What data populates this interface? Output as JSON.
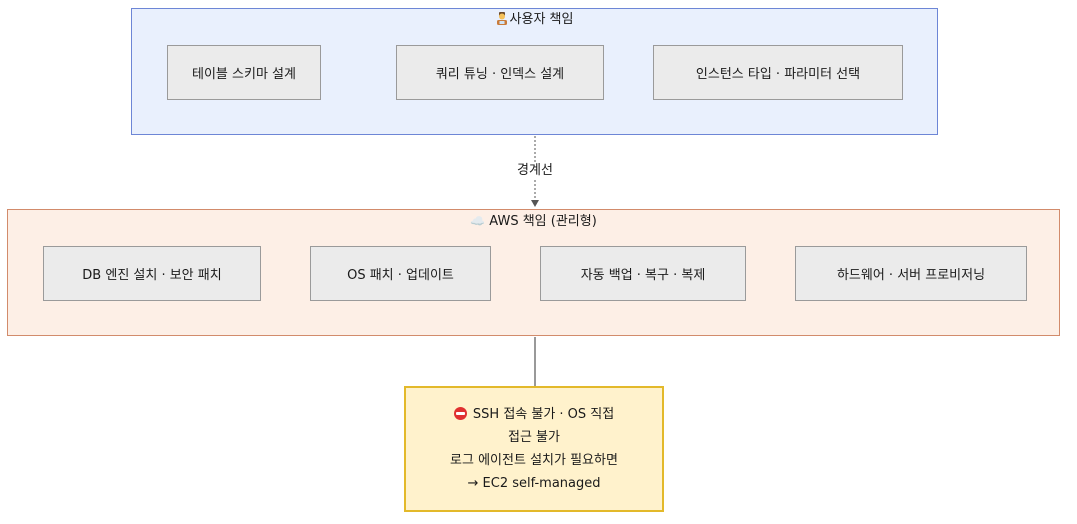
{
  "user_group": {
    "icon": "person-technologist-icon",
    "title": "사용자 책임",
    "items": [
      {
        "label": "테이블 스키마 설계"
      },
      {
        "label": "쿼리 튜닝 · 인덱스 설계"
      },
      {
        "label": "인스턴스 타입 · 파라미터 선택"
      }
    ]
  },
  "boundary": {
    "label": "경계선"
  },
  "aws_group": {
    "icon": "cloud-icon",
    "title": "AWS 책임 (관리형)",
    "items": [
      {
        "label": "DB 엔진 설치 · 보안 패치"
      },
      {
        "label": "OS 패치 · 업데이트"
      },
      {
        "label": "자동 백업 · 복구 · 복제"
      },
      {
        "label": "하드웨어 · 서버 프로비저닝"
      }
    ]
  },
  "note": {
    "icon": "no-entry-icon",
    "lines": [
      "SSH 접속 불가 · OS 직접",
      "접근 불가",
      "로그 에이전트 설치가 필요하면",
      "→ EC2 self-managed"
    ]
  },
  "colors": {
    "user_group_fill": "#e9f0fd",
    "user_group_stroke": "#6d86d6",
    "aws_group_fill": "#fdefe6",
    "aws_group_stroke": "#d28b6b",
    "box_fill": "#ebebeb",
    "note_fill": "#fff2cc",
    "note_stroke": "#e3b92a"
  }
}
